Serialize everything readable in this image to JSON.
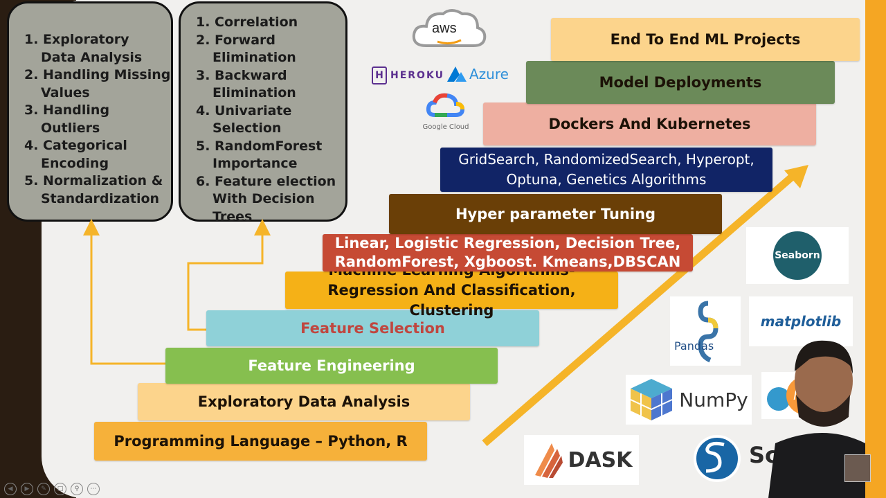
{
  "steps": [
    {
      "label": "Programming Language – Python, R",
      "bg": "#f6b13a",
      "fg": "#1c1207"
    },
    {
      "label": "Exploratory Data Analysis",
      "bg": "#fcd48c",
      "fg": "#1c1207"
    },
    {
      "label": "Feature Engineering",
      "bg": "#86bf4f",
      "fg": "#ffffff"
    },
    {
      "label": "Feature Selection",
      "bg": "#8fd1d8",
      "fg": "#c0463f"
    },
    {
      "label": "Machine Learning Algorithms-",
      "label2": "Regression And Classification, Clustering",
      "bg": "#f5b117",
      "fg": "#1c1207"
    },
    {
      "label": "Linear, Logistic Regression, Decision Tree,",
      "label2": "RandomForest, Xgboost. Kmeans,DBSCAN",
      "bg": "#c64a34",
      "fg": "#ffffff"
    },
    {
      "label": "Hyper parameter Tuning",
      "bg": "#6a3f07",
      "fg": "#ffffff"
    },
    {
      "label": "GridSearch, RandomizedSearch, Hyperopt,",
      "label2": "Optuna, Genetics Algorithms",
      "bg": "#112466",
      "fg": "#ffffff"
    },
    {
      "label": "Dockers And Kubernetes",
      "bg": "#eeafa1",
      "fg": "#1c1207"
    },
    {
      "label": "Model Deployments",
      "bg": "#6b8a59",
      "fg": "#1c1207"
    },
    {
      "label": "End To End ML Projects",
      "bg": "#fcd48c",
      "fg": "#1c1207"
    }
  ],
  "eda_box": [
    "1. Exploratory",
    "Data Analysis",
    "2. Handling Missing",
    "Values",
    "3. Handling",
    "Outliers",
    "4. Categorical",
    "Encoding",
    "5. Normalization &",
    "Standardization"
  ],
  "fs_box": [
    "1. Correlation",
    "2. Forward",
    "Elimination",
    "3. Backward",
    "Elimination",
    "4. Univariate",
    "Selection",
    "5. RandomForest",
    "Importance",
    "6. Feature election",
    "With Decision",
    "Trees"
  ],
  "logos": {
    "aws": "aws",
    "heroku": "HEROKU",
    "azure": "Azure",
    "google_cloud": "Google Cloud",
    "seaborn": "Seaborn",
    "pandas": "Pandas",
    "matplotlib": "matplotlib",
    "numpy": "NumPy",
    "sklearn": "learn",
    "dask": "DASK",
    "scipy": "Sc"
  },
  "colors": {
    "arrow": "#f5b429",
    "dark_brown": "#2a1d12",
    "accent_orange": "#f5a623"
  }
}
